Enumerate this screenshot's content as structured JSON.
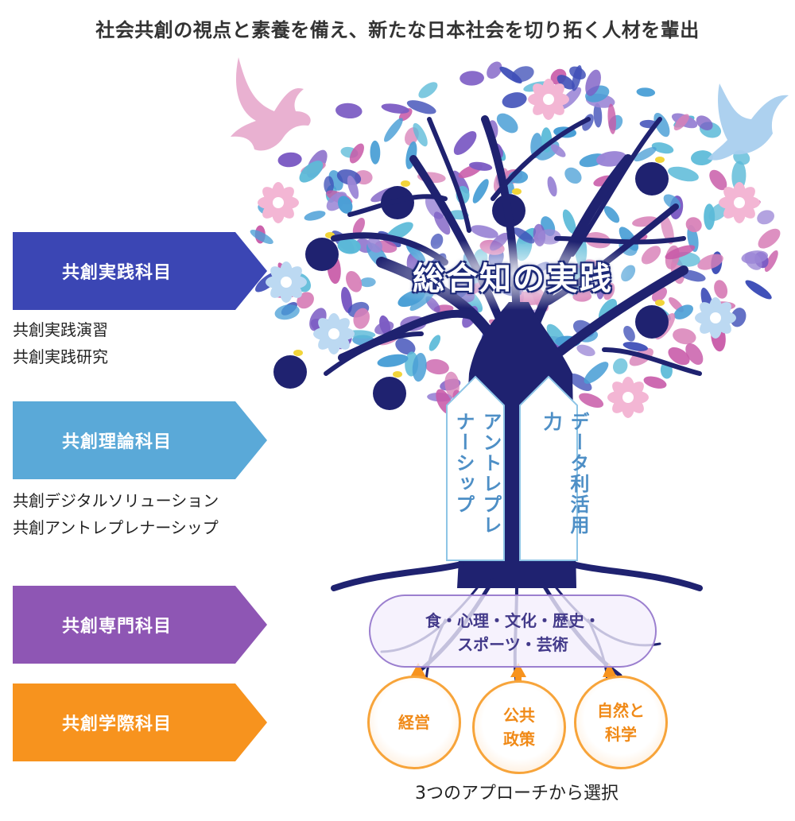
{
  "title": "社会共創の視点と素養を備え、新たな日本社会を切り拓く人材を輩出",
  "banners": [
    {
      "label": "共創実践科目",
      "color": "#3b46b4",
      "subitems": [
        "共創実践演習",
        "共創実践研究"
      ]
    },
    {
      "label": "共創理論科目",
      "color": "#5aa9d8",
      "subitems": [
        "共創デジタルソリューション",
        "共創アントレプレナーシップ"
      ]
    },
    {
      "label": "共創専門科目",
      "color": "#8e56b4",
      "subitems": []
    },
    {
      "label": "共創学際科目",
      "color": "#f7931e",
      "subitems": []
    }
  ],
  "tree": {
    "practice_label": "総合知の実践",
    "arrow_left": "アントレプレナーシップ",
    "arrow_right": "データ利活用力",
    "roots_line1": "食・心理・文化・歴史・",
    "roots_line2": "スポーツ・芸術"
  },
  "approaches": [
    {
      "line1": "経営",
      "line2": ""
    },
    {
      "line1": "公共",
      "line2": "政策"
    },
    {
      "line1": "自然と",
      "line2": "科学"
    }
  ],
  "footer": "3つのアプローチから選択",
  "colors": {
    "trunk": "#1f2270",
    "leaf_blue": "#4a9fd6",
    "leaf_purple": "#7c5cc4",
    "leaf_pink": "#c85aa8",
    "accent_orange": "#f7931e"
  }
}
